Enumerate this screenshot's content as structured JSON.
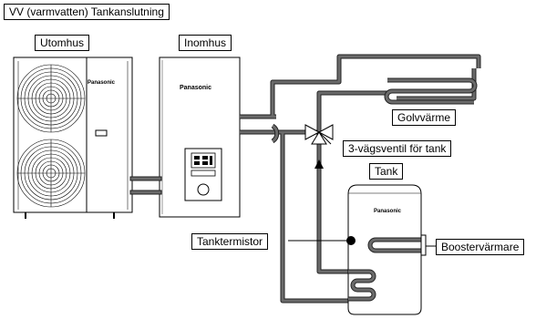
{
  "title": "VV (varmvatten) Tankanslutning",
  "labels": {
    "outdoor": "Utomhus",
    "indoor": "Inomhus",
    "floor_heating": "Golvvärme",
    "valve": "3-vägsventil för tank",
    "tank": "Tank",
    "tank_thermistor": "Tanktermistor",
    "booster_heater": "Boostervärmare"
  },
  "brand": "Panasonic",
  "colors": {
    "pipe": "#6b6b6b",
    "pipe_outline": "#222222",
    "unit_fill": "#ffffff",
    "line": "#000000"
  }
}
